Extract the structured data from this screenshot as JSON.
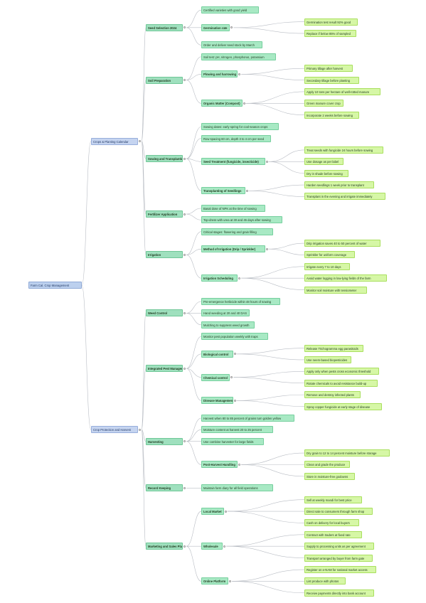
{
  "mindmap": {
    "root": "Farm Cal. Crop Management",
    "branches": [
      {
        "label": "Crops & Planting Calendar",
        "children": [
          {
            "label": "Seed Selection 2024",
            "children": [
              {
                "label": "Certified varieties with good yield",
                "children": []
              },
              {
                "label": "Germination rate",
                "children": [
                  {
                    "label": "Germination test result 92% good",
                    "children": []
                  },
                  {
                    "label": "Replace if below 85% of sampled",
                    "children": []
                  }
                ]
              },
              {
                "label": "Order and deliver seed stock by March",
                "children": []
              }
            ]
          },
          {
            "label": "Soil Preparation",
            "children": [
              {
                "label": "Soil test: pH, nitrogen, phosphorus, potassium",
                "children": []
              },
              {
                "label": "Plowing and harrowing",
                "children": [
                  {
                    "label": "Primary tillage after harvest",
                    "children": []
                  },
                  {
                    "label": "Secondary tillage before planting",
                    "children": []
                  }
                ]
              },
              {
                "label": "Organic Matter (Compost)",
                "children": [
                  {
                    "label": "Apply 10 tons per hectare of well-rotted manure",
                    "children": []
                  },
                  {
                    "label": "Green manure cover crop",
                    "children": []
                  },
                  {
                    "label": "Incorporate 2 weeks before sowing",
                    "children": []
                  }
                ]
              }
            ]
          },
          {
            "label": "Sowing and Transplanting",
            "children": [
              {
                "label": "Sowing dates: early spring for cool-season crops",
                "children": []
              },
              {
                "label": "Row spacing 60 cm, depth 3 to 4 cm per seed",
                "children": []
              },
              {
                "label": "Seed Treatment (fungicide, insecticide)",
                "children": [
                  {
                    "label": "Treat seeds with fungicide 24 hours before sowing",
                    "children": []
                  },
                  {
                    "label": "Use dosage as per label",
                    "children": []
                  },
                  {
                    "label": "Dry in shade before sowing",
                    "children": []
                  }
                ]
              },
              {
                "label": "Transplanting of Seedlings",
                "children": [
                  {
                    "label": "Harden seedlings 1 week prior to transplant",
                    "children": []
                  },
                  {
                    "label": "Transplant in the evening and irrigate immediately",
                    "children": []
                  }
                ]
              }
            ]
          },
          {
            "label": "Fertilizer Application",
            "children": [
              {
                "label": "Basal dose of NPK at the time of sowing",
                "children": []
              },
              {
                "label": "Top-dress with urea at 30 and 45 days after sowing",
                "children": []
              }
            ]
          },
          {
            "label": "Irrigation",
            "children": [
              {
                "label": "Critical stages: flowering and grain filling",
                "children": []
              },
              {
                "label": "Method of Irrigation (Drip / Sprinkler)",
                "children": [
                  {
                    "label": "Drip irrigation saves 40 to 50 percent of water",
                    "children": []
                  },
                  {
                    "label": "Sprinkler for uniform coverage",
                    "children": []
                  }
                ]
              },
              {
                "label": "Irrigation Scheduling",
                "children": [
                  {
                    "label": "Irrigate every 7 to 10 days",
                    "children": []
                  },
                  {
                    "label": "Avoid water logging in low-lying fields of the farm",
                    "children": []
                  },
                  {
                    "label": "Monitor soil moisture with tensiometer",
                    "children": []
                  }
                ]
              }
            ]
          }
        ]
      },
      {
        "label": "Crop Protection and Harvest",
        "children": [
          {
            "label": "Weed Control",
            "children": [
              {
                "label": "Pre-emergence herbicide within 48 hours of sowing",
                "children": []
              },
              {
                "label": "Hand weeding at 20 and 40 DAS",
                "children": []
              },
              {
                "label": "Mulching to suppress weed growth",
                "children": []
              }
            ]
          },
          {
            "label": "Integrated Pest Management",
            "children": [
              {
                "label": "Monitor pest population weekly with traps",
                "children": []
              },
              {
                "label": "Biological control",
                "children": [
                  {
                    "label": "Release Trichogramma egg parasitoids",
                    "children": []
                  },
                  {
                    "label": "Use neem-based biopesticides",
                    "children": []
                  }
                ]
              },
              {
                "label": "Chemical control",
                "children": [
                  {
                    "label": "Apply only when pests cross economic threshold",
                    "children": []
                  },
                  {
                    "label": "Rotate chemicals to avoid resistance build-up",
                    "children": []
                  }
                ]
              },
              {
                "label": "Disease Management",
                "children": [
                  {
                    "label": "Remove and destroy infected plants",
                    "children": []
                  },
                  {
                    "label": "Spray copper fungicide at early stage of disease",
                    "children": []
                  }
                ]
              }
            ]
          },
          {
            "label": "Harvesting",
            "children": [
              {
                "label": "Harvest when 80 to 85 percent of grains turn golden yellow",
                "children": []
              },
              {
                "label": "Moisture content at harvest 20 to 25 percent",
                "children": []
              },
              {
                "label": "Use combine harvester for large fields",
                "children": []
              },
              {
                "label": "Post-Harvest Handling",
                "children": [
                  {
                    "label": "Dry grain to 12 to 14 percent moisture before storage",
                    "children": []
                  },
                  {
                    "label": "Clean and grade the produce",
                    "children": []
                  },
                  {
                    "label": "Store in moisture-free godowns",
                    "children": []
                  }
                ]
              }
            ]
          },
          {
            "label": "Record Keeping",
            "children": [
              {
                "label": "Maintain farm diary for all field operations",
                "children": []
              }
            ]
          },
          {
            "label": "Marketing and Sales Plan",
            "children": [
              {
                "label": "Local Market",
                "children": [
                  {
                    "label": "Sell at weekly mandi for best price",
                    "children": []
                  },
                  {
                    "label": "Direct sale to consumers through farm shop",
                    "children": []
                  },
                  {
                    "label": "Cash on delivery for local buyers",
                    "children": []
                  }
                ]
              },
              {
                "label": "Wholesale",
                "children": [
                  {
                    "label": "Contract with traders at fixed rate",
                    "children": []
                  },
                  {
                    "label": "Supply to processing units as per agreement",
                    "children": []
                  },
                  {
                    "label": "Transport arranged by buyer from farm gate",
                    "children": []
                  }
                ]
              },
              {
                "label": "Online Platform",
                "children": [
                  {
                    "label": "Register on e-NAM for national market access",
                    "children": []
                  },
                  {
                    "label": "List produce with photos",
                    "children": []
                  },
                  {
                    "label": "Receive payments directly into bank account",
                    "children": []
                  }
                ]
              }
            ]
          }
        ]
      }
    ]
  }
}
